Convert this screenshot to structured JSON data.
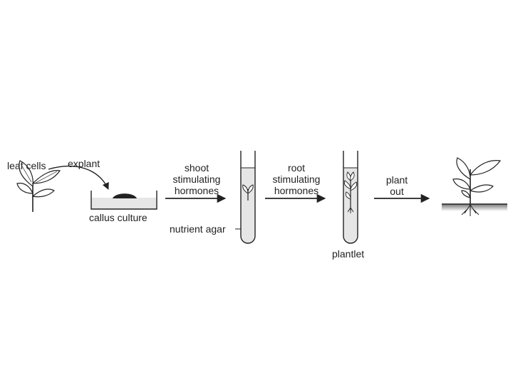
{
  "labels": {
    "leaf_cells": "leaf cells",
    "explant": "explant",
    "callus_culture": "callus culture",
    "shoot_line1": "shoot",
    "shoot_line2": "stimulating",
    "shoot_line3": "hormones",
    "nutrient_agar": "nutrient agar",
    "root_line1": "root",
    "root_line2": "stimulating",
    "root_line3": "hormones",
    "plantlet": "plantlet",
    "plant_out_line1": "plant",
    "plant_out_line2": "out"
  },
  "colors": {
    "ink": "#222222",
    "agar_fill": "#e6e6e6",
    "soil": "#888888"
  }
}
